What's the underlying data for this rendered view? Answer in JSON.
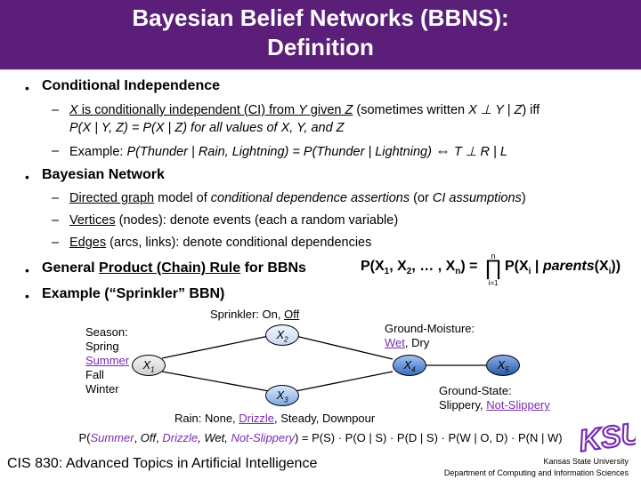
{
  "title": {
    "line1": "Bayesian Belief Networks (BBNS):",
    "line2": "Definition"
  },
  "bullets": [
    {
      "label": "Conditional Independence"
    },
    {
      "label": "Bayesian Network"
    },
    {
      "label_prefix": "General ",
      "label_link": "Product (Chain) Rule",
      "label_suffix": " for BBNs"
    },
    {
      "label": "Example (“Sprinkler” BBN)"
    }
  ],
  "ci": {
    "line1": {
      "x": "X",
      "t1": " is conditionally independent (CI) from ",
      "y": "Y",
      "t2": " given ",
      "z": "Z",
      "t3": " (sometimes written ",
      "expr": "X ⊥ Y | Z",
      "t4": ") iff"
    },
    "line2": "P(X | Y, Z) = P(X | Z) for all values of X, Y, and Z",
    "example": {
      "prefix": "Example: ",
      "expr": "P(Thunder | Rain, Lightning) = P(Thunder | Lightning)",
      "arrow": "⇔",
      "result": "T ⊥ R | L"
    }
  },
  "bn": {
    "item1": {
      "link": "Directed graph",
      "text": " model of ",
      "italic": "conditional dependence assertions",
      "text2": " (or ",
      "italic2": "CI assumptions",
      "text3": ")"
    },
    "item2": {
      "link": "Vertices",
      "text": " (nodes): denote events (each a random variable)"
    },
    "item3": {
      "link": "Edges",
      "text": " (arcs, links): denote conditional dependencies"
    }
  },
  "chain_rule": {
    "lhs": "P(X",
    "sub1": "1",
    "comma": ", X",
    "sub2": "2",
    "dots": ", … , X",
    "subn": "n",
    "eq": ") =",
    "prod_top": "n",
    "prod": "∏",
    "prod_bottom": "i=1",
    "rhs": "P(X",
    "subi": "i",
    "bar": " | ",
    "parents": "parents",
    "rhs2": "(X",
    "subi2": "i",
    "close": "))"
  },
  "graph": {
    "season_title": "Season:",
    "season_values": [
      "Spring",
      "Summer",
      "Fall",
      "Winter"
    ],
    "sprinkler_label": "Sprinkler: ",
    "sprinkler_on": "On, ",
    "sprinkler_off": "Off",
    "gm_title": "Ground-Moisture:",
    "gm_wet": "Wet",
    "gm_dry": ", Dry",
    "gs_title": "Ground-State:",
    "gs_slip": "Slippery, ",
    "gs_notslip": "Not-Slippery",
    "rain_label": "Rain",
    "rain_values1": ": None, ",
    "rain_drizzle": "Drizzle",
    "rain_values2": ", Steady, Downpour",
    "nodes": [
      {
        "name": "X",
        "sub": "1"
      },
      {
        "name": "X",
        "sub": "2"
      },
      {
        "name": "X",
        "sub": "3"
      },
      {
        "name": "X",
        "sub": "4"
      },
      {
        "name": "X",
        "sub": "5"
      }
    ]
  },
  "formula": {
    "p1": "P(",
    "summer": "Summer",
    "c1": ", ",
    "off": "Off",
    "c2": ", ",
    "drizzle": "Drizzle",
    "c3": ", Wet, ",
    "notslip": "Not-Slippery",
    "rest": ") = P(S) · P(O | S) · P(D | S) · P(W | O, D) · P(N | W)"
  },
  "footer": {
    "course": "CIS 830: Advanced Topics in Artificial Intelligence",
    "univ": "Kansas State University",
    "dept": "Department of Computing and Information Sciences",
    "logo": "KSU"
  },
  "colors": {
    "title_bg": "#5b1f7a",
    "accent_purple": "#7a2bb0"
  }
}
